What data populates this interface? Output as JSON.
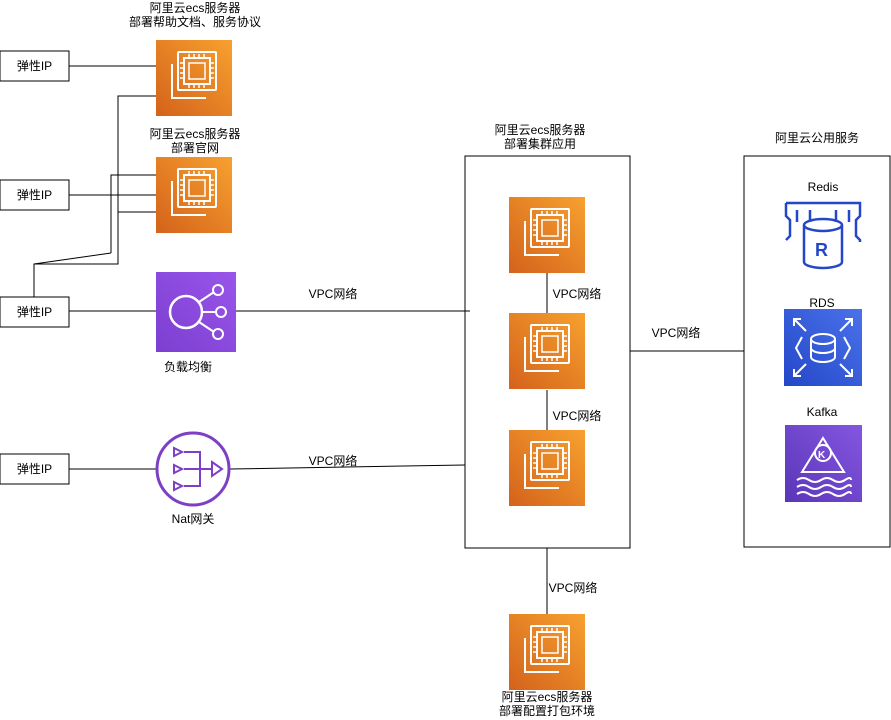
{
  "diagram": {
    "elastic_ip_label": "弹性IP",
    "ecs_docs": {
      "line1": "阿里云ecs服务器",
      "line2": "部署帮助文档、服务协议"
    },
    "ecs_site": {
      "line1": "阿里云ecs服务器",
      "line2": "部署官网"
    },
    "load_balancer": {
      "label": "负载均衡"
    },
    "nat_gateway": {
      "label": "Nat网关"
    },
    "cluster": {
      "line1": "阿里云ecs服务器",
      "line2": "部署集群应用"
    },
    "public_services": {
      "title": "阿里云公用服务"
    },
    "redis": {
      "label": "Redis"
    },
    "rds": {
      "label": "RDS"
    },
    "kafka": {
      "label": "Kafka"
    },
    "packaging": {
      "line1": "阿里云ecs服务器",
      "line2": "部署配置打包环境"
    },
    "vpc_label": "VPC网络",
    "colors": {
      "ec2_light": "#f7a12f",
      "ec2_dark": "#d4621b",
      "elb_purple": "#8a47e0",
      "nat_purple": "#7e3fc6",
      "db_blue": "#2e5bd8",
      "kafka_purple": "#6a45c9"
    }
  }
}
